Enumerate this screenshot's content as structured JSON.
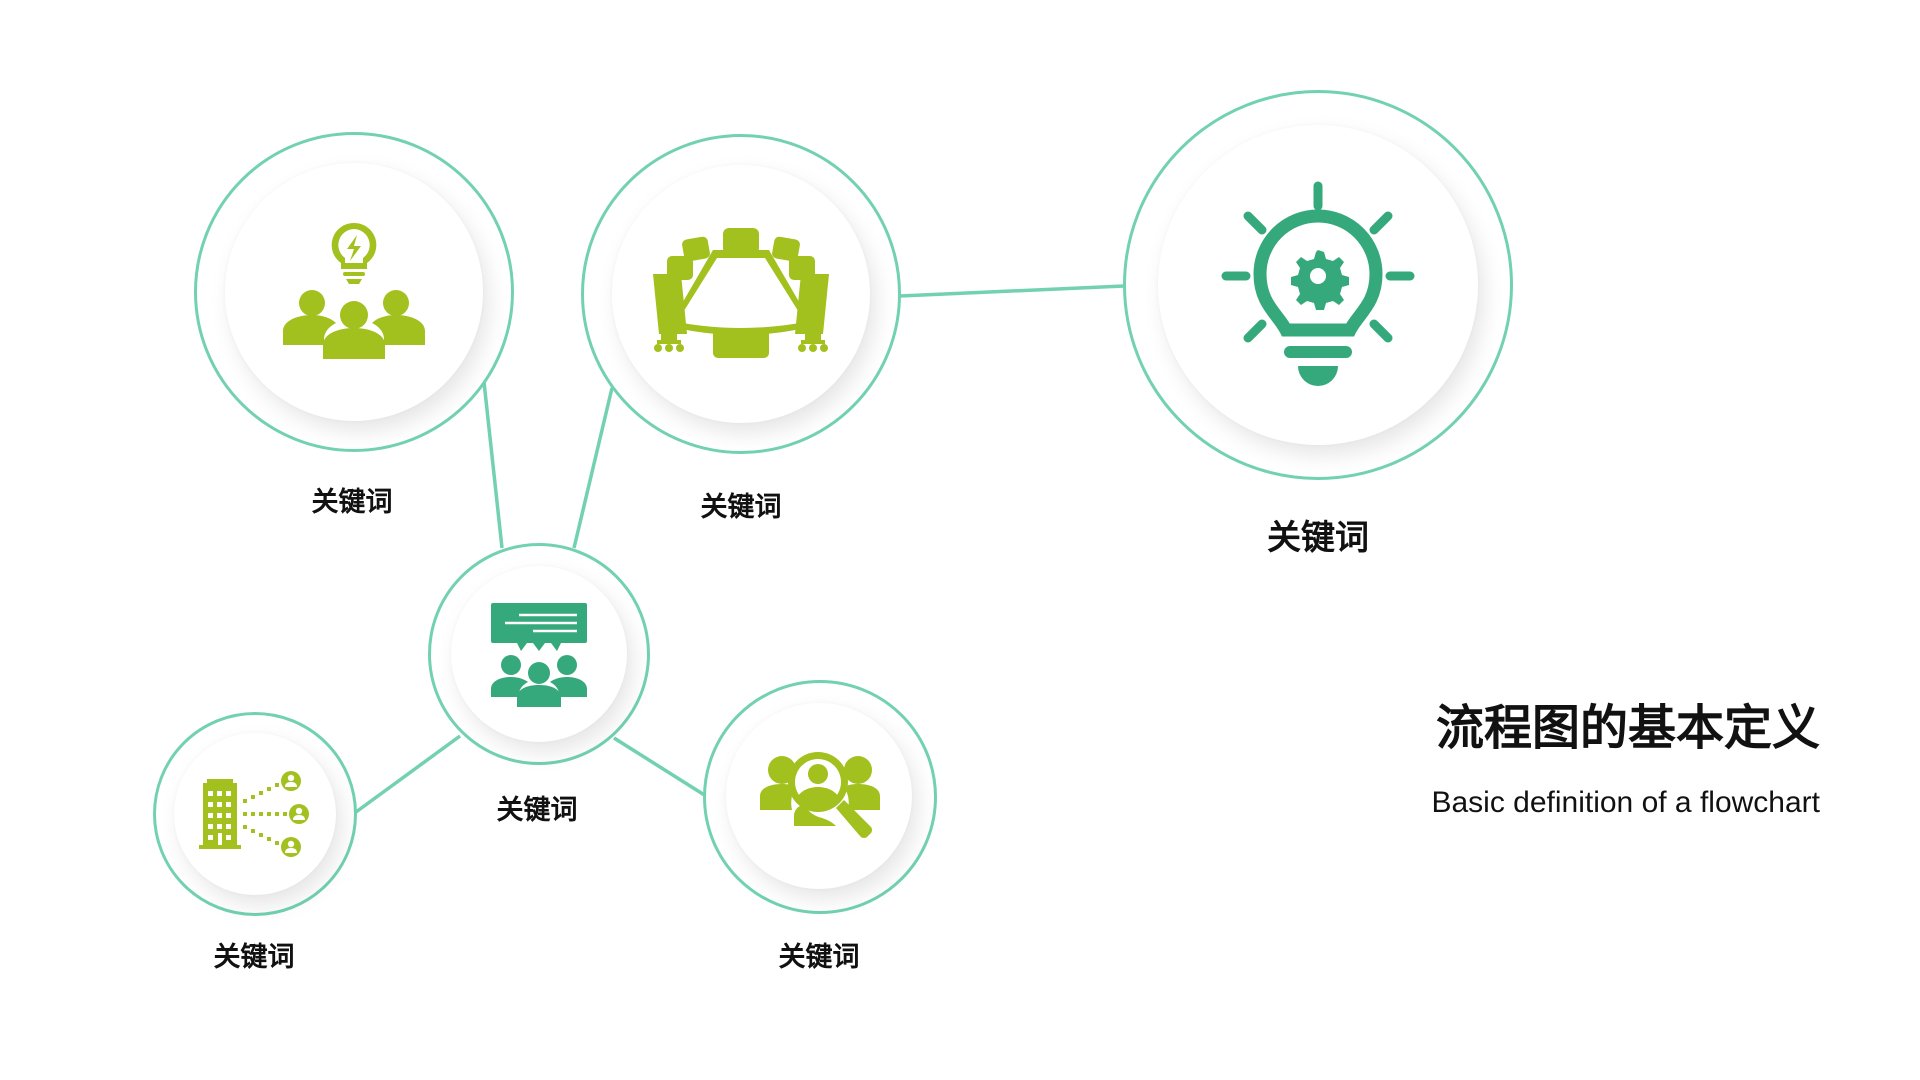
{
  "slide": {
    "title": "流程图的基本定义",
    "subtitle": "Basic definition of a flowchart"
  },
  "colors": {
    "ring": "#72d1b0",
    "lime_icon": "#a2c11e",
    "green_icon": "#35a97b",
    "text": "#111111"
  },
  "nodes": [
    {
      "id": "team-idea",
      "label": "关键词",
      "icon": "team-lightbulb-icon"
    },
    {
      "id": "meeting-table",
      "label": "关键词",
      "icon": "conference-table-icon"
    },
    {
      "id": "idea-gear",
      "label": "关键词",
      "icon": "lightbulb-gear-icon"
    },
    {
      "id": "discussion",
      "label": "关键词",
      "icon": "group-discussion-icon"
    },
    {
      "id": "company-network",
      "label": "关键词",
      "icon": "building-network-icon"
    },
    {
      "id": "talent-search",
      "label": "关键词",
      "icon": "people-search-icon"
    }
  ]
}
